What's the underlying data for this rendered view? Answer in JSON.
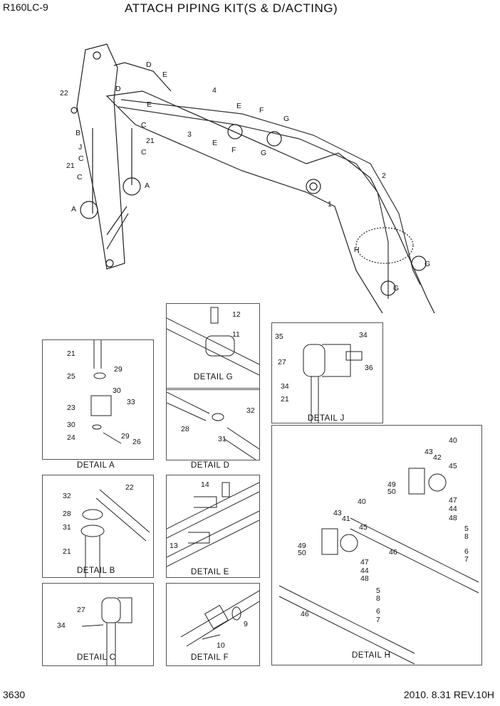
{
  "header": {
    "model": "R160LC-9",
    "title": "ATTACH PIPING KIT(S & D/ACTING)"
  },
  "footer": {
    "page": "3630",
    "revision": "2010. 8.31  REV.10H"
  },
  "main_labels": [
    "D",
    "E",
    "22",
    "4",
    "D",
    "E",
    "E",
    "F",
    "G",
    "B",
    "C",
    "3",
    "E",
    "F",
    "G",
    "J",
    "21",
    "C",
    "C",
    "21",
    "C",
    "2",
    "A",
    "A",
    "1",
    "H",
    "G",
    "G"
  ],
  "detail_a": {
    "caption": "DETAIL  A",
    "labels": [
      "21",
      "29",
      "25",
      "30",
      "23",
      "33",
      "30",
      "29",
      "24",
      "26"
    ]
  },
  "detail_b": {
    "caption": "DETAIL  B",
    "labels": [
      "32",
      "22",
      "28",
      "31",
      "21"
    ]
  },
  "detail_c": {
    "caption": "DETAIL  C",
    "labels": [
      "27",
      "34"
    ]
  },
  "detail_d": {
    "caption": "DETAIL  D",
    "labels": [
      "32",
      "28",
      "31"
    ]
  },
  "detail_e": {
    "caption": "DETAIL  E",
    "labels": [
      "14",
      "13"
    ]
  },
  "detail_f": {
    "caption": "DETAIL  F",
    "labels": [
      "9",
      "10"
    ]
  },
  "detail_g": {
    "caption": "DETAIL  G",
    "labels": [
      "12",
      "11"
    ]
  },
  "detail_j": {
    "caption": "DETAIL  J",
    "labels": [
      "35",
      "34",
      "27",
      "36",
      "34",
      "21"
    ]
  },
  "detail_h": {
    "caption": "DETAIL  H",
    "labels": [
      "40",
      "43",
      "42",
      "45",
      "49",
      "50",
      "47",
      "44",
      "48",
      "40",
      "43",
      "41",
      "45",
      "5",
      "8",
      "49",
      "50",
      "46",
      "6",
      "7",
      "47",
      "44",
      "48",
      "5",
      "8",
      "46",
      "6",
      "7"
    ]
  }
}
